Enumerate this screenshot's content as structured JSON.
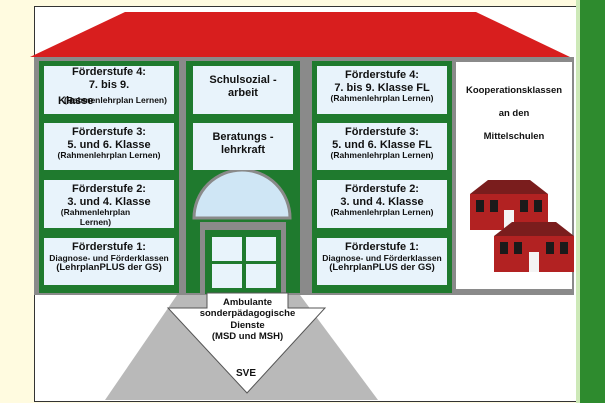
{
  "left_column": [
    {
      "title": "Förderstufe 4:",
      "lines": [
        "7. bis 9.",
        "Klasse"
      ],
      "note": "(Rahmenlehrplan Lernen)"
    },
    {
      "title": "Förderstufe 3:",
      "lines": [
        "5. und 6. Klasse"
      ],
      "note": "(Rahmenlehrplan Lernen)"
    },
    {
      "title": "Förderstufe 2:",
      "lines": [
        "3. und 4. Klasse"
      ],
      "note": "(Rahmenlehrplan Lernen)"
    },
    {
      "title": "Förderstufe 1:",
      "lines": [
        "Diagnose- und Förderklassen"
      ],
      "note": "(LehrplanPLUS der GS)"
    }
  ],
  "middle_column": [
    {
      "lines": [
        "Schulsozial -",
        "arbeit"
      ]
    },
    {
      "lines": [
        "Beratungs -",
        "lehrkraft"
      ]
    }
  ],
  "right_column": [
    {
      "title": "Förderstufe 4:",
      "lines": [
        "7. bis 9. Klasse FL"
      ],
      "note": "(Rahmenlehrplan Lernen)"
    },
    {
      "title": "Förderstufe 3:",
      "lines": [
        "5. und 6. Klasse FL"
      ],
      "note": "(Rahmenlehrplan Lernen)"
    },
    {
      "title": "Förderstufe 2:",
      "lines": [
        "3. und 4. Klasse"
      ],
      "note": "(Rahmenlehrplan Lernen)"
    },
    {
      "title": "Förderstufe 1:",
      "lines": [
        "Diagnose- und Förderklassen"
      ],
      "note": "(LehrplanPLUS der GS)"
    }
  ],
  "cooperation": {
    "lines": [
      "Kooperationsklassen",
      "an den",
      "Mittelschulen"
    ]
  },
  "ambulant": {
    "lines": [
      "Ambulante",
      "sonderpädagogische",
      "Dienste",
      "(MSD und MSH)"
    ]
  },
  "sve": "SVE",
  "colors": {
    "roof": "#d81e1e",
    "frame": "#1f7a2e",
    "wall": "#8a8a8a",
    "box": "#e8f3fb",
    "background": "#fffbe0"
  }
}
